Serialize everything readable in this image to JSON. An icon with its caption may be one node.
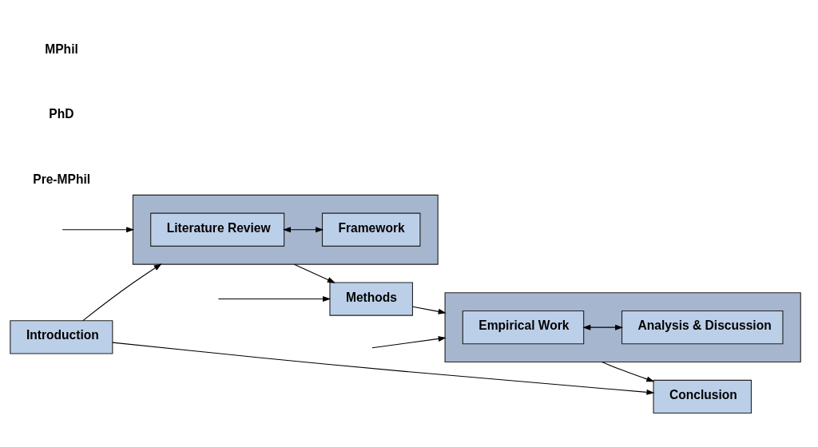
{
  "diagram": {
    "nodes": [
      {
        "text": [
          "Introduction"
        ]
      },
      {
        "text": [],
        "shape": "box"
      },
      {
        "text": [
          "Literature Review"
        ],
        "in": 1
      },
      {
        "text": [
          "Framework"
        ],
        "in": 1
      },
      {
        "text": [
          "Methods"
        ]
      },
      {
        "text": [],
        "shape": "box"
      },
      {
        "text": [
          "Empirical Work"
        ],
        "in": 5
      },
      {
        "text": [
          "Analysis & Discussion"
        ],
        "in": 5
      },
      {
        "text": [
          "Conclusion"
        ]
      }
    ],
    "edges": [
      {
        "from": 0,
        "to": 1,
        "arrow": "to"
      },
      {
        "from": 2,
        "to": 3,
        "arrow": "both"
      },
      {
        "from": 1,
        "to": 4,
        "arrow": "to"
      },
      {
        "from": 4,
        "to": 5,
        "arrow": "to"
      },
      {
        "from": 6,
        "to": 7,
        "arrow": "both"
      },
      {
        "from": 5,
        "to": 8,
        "arrow": "to"
      },
      {
        "from": 0,
        "to": 8,
        "arrow": "to"
      },
      {
        "from": null,
        "to": 1,
        "arrow": "to"
      },
      {
        "from": null,
        "to": 4,
        "arrow": "to"
      },
      {
        "from": null,
        "to": 5,
        "arrow": "to"
      }
    ],
    "labels": [
      "Pre-MPhil",
      "PhD",
      "MPhil"
    ]
  }
}
